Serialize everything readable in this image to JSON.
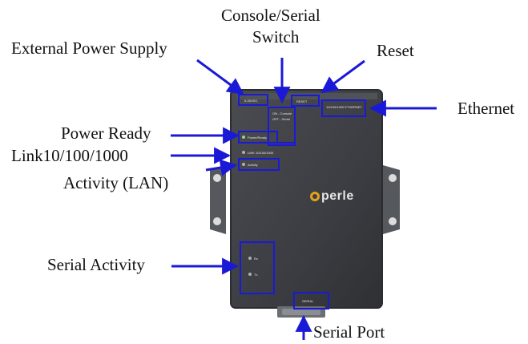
{
  "callouts": {
    "external_power_supply": "External Power Supply",
    "console_serial_switch_line1": "Console/Serial",
    "console_serial_switch_line2": "Switch",
    "reset": "Reset",
    "ethernet": "Ethernet",
    "power_ready": "Power Ready",
    "link": "Link10/100/1000",
    "activity_lan": "Activity (LAN)",
    "serial_activity": "Serial Activity",
    "serial_port": "Serial Port"
  },
  "device_labels": {
    "power_port": "5-30VDC",
    "switch_on": "ON - Console",
    "switch_off": "OFF - Serial",
    "reset_label": "RESET",
    "ethernet_label": "10/100/1000 ETHERNET",
    "power_ready": "Power/Ready",
    "link_label": "LINK 10/100/1000",
    "activity": "Activity",
    "serial_rx": "Rx",
    "serial_tx": "Tx",
    "serial_label": "SERIAL"
  },
  "brand": {
    "logo_text": "perle",
    "logo_accent_color": "#e3a21a"
  },
  "colors": {
    "arrow": "#1a1ad6",
    "device_body": "#3e4044",
    "device_edge": "#2a2c30",
    "bracket": "#55585d"
  }
}
